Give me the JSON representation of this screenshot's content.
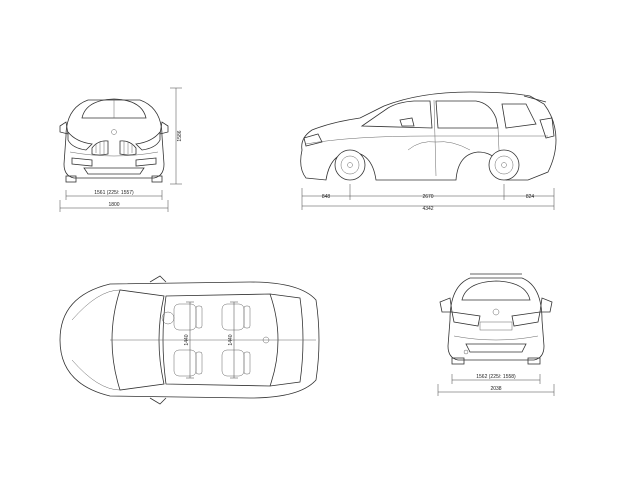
{
  "dimensions": {
    "front_track": "1561 (225/: 1557)",
    "width_front": "1800",
    "height": "1586",
    "front_overhang": "848",
    "wheelbase": "2670",
    "rear_overhang": "824",
    "length": "4342",
    "inner_width": "1440",
    "rear_track": "1562 (225/: 1558)",
    "width_mirrors": "2038"
  },
  "colors": {
    "line": "#333333",
    "background": "#ffffff"
  }
}
